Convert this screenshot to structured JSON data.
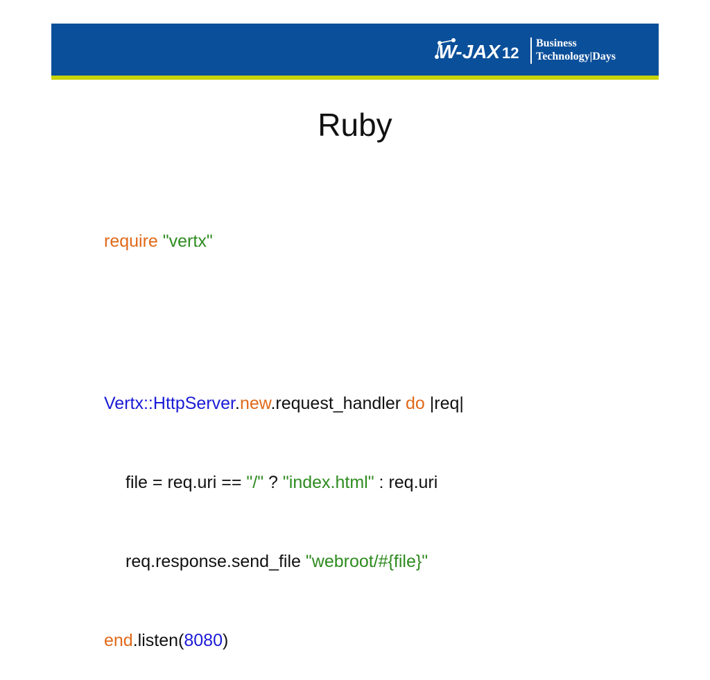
{
  "header": {
    "brand_colors": {
      "band": "#0a4f9a",
      "stripe": "#c8d400"
    },
    "logo_name": "wjax-logo",
    "logo_wordmark": "W-JAX",
    "logo_year": "12",
    "logo_line1": "Business",
    "logo_line2_a": "Technology",
    "logo_line2_b": "Days"
  },
  "slide": {
    "title": "Ruby"
  },
  "code": {
    "colors": {
      "keyword": "#e0691a",
      "string": "#2e8b1f",
      "class": "#1a1ad6",
      "default": "#111111"
    },
    "line1": {
      "kw": "require",
      "sp": " ",
      "str": "\"vertx\""
    },
    "line3": {
      "cls1": "Vertx",
      "op": "::",
      "cls2": "HttpServer",
      "dot1": ".",
      "kw_new": "new",
      "rest": ".request_handler ",
      "kw_do": "do",
      "param": " |req|"
    },
    "line4": {
      "pre": "file = req.uri == ",
      "str1": "\"/\"",
      "mid": " ? ",
      "str2": "\"index.html\"",
      "post": " : req.uri"
    },
    "line5": {
      "pre": "req.response.send_file ",
      "str": "\"webroot/#{file}\""
    },
    "line6": {
      "kw": "end",
      "mid": ".listen(",
      "num": "8080",
      "post": ")"
    }
  }
}
